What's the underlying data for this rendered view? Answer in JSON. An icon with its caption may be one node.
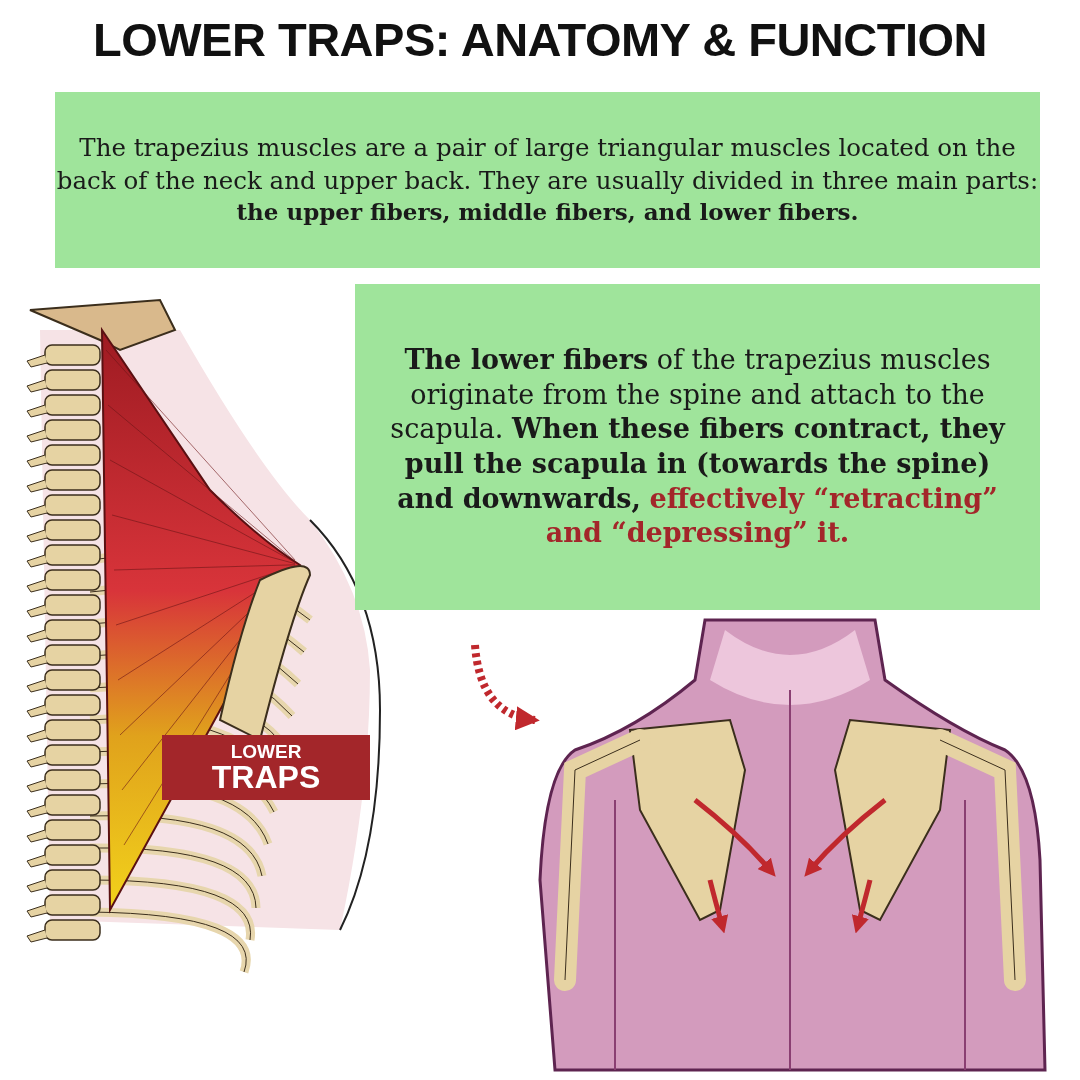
{
  "diagram": {
    "title": "LOWER TRAPS: ANATOMY & FUNCTION",
    "nodes": [
      {
        "text": [
          "The trapezius muscles are a pair of large triangular muscles located on the back of the neck and upper back. They are usually divided in three main parts:",
          "the upper fibers, middle fibers, and lower fibers."
        ]
      },
      {
        "text": [
          "**The lower fibers** of the trapezius muscles originate from the spine and attach to the scapula. **When these fibers contract, they pull the scapula in (towards the spine) and downwards,**",
          "effectively “retracting” and “depressing” it."
        ]
      },
      {
        "text": [
          "LOWER",
          "TRAPS"
        ]
      },
      {
        "text": [],
        "shape": "picture"
      }
    ],
    "edges": [
      {
        "from": null,
        "to": 3,
        "arrow": "to",
        "style": "dashed",
        "color": "#c0282d"
      }
    ]
  }
}
